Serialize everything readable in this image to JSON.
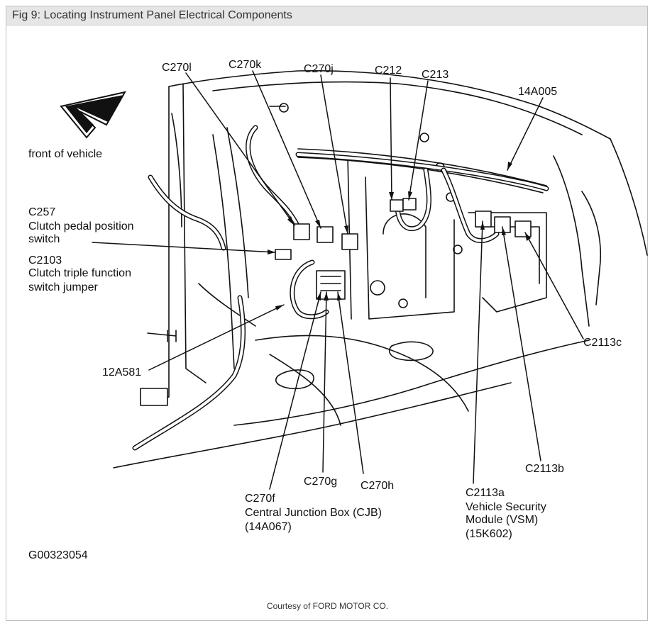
{
  "title": "Fig 9: Locating Instrument Panel Electrical Components",
  "orientation_label": "front of vehicle",
  "labels": {
    "c270l": "C270l",
    "c270k": "C270k",
    "c270j": "C270j",
    "c212": "C212",
    "c213": "C213",
    "p14a005": "14A005",
    "c257": "C257",
    "c257_desc_1": "Clutch pedal position",
    "c257_desc_2": "switch",
    "c2103": "C2103",
    "c2103_desc_1": "Clutch triple function",
    "c2103_desc_2": "switch jumper",
    "p12a581": "12A581",
    "c2113c": "C2113c",
    "c2113b": "C2113b",
    "c270g": "C270g",
    "c270h": "C270h",
    "c270f": "C270f",
    "cjb_1": "Central Junction Box (CJB)",
    "cjb_2": "(14A067)",
    "c2113a": "C2113a",
    "vsm_1": "Vehicle Security",
    "vsm_2": "Module (VSM)",
    "vsm_3": "(15K602)",
    "figure_code": "G00323054"
  },
  "credit": "Courtesy of FORD MOTOR CO.",
  "colors": {
    "line": "#111111",
    "title_bar": "#e6e6e6",
    "frame": "#bdbdbd"
  }
}
